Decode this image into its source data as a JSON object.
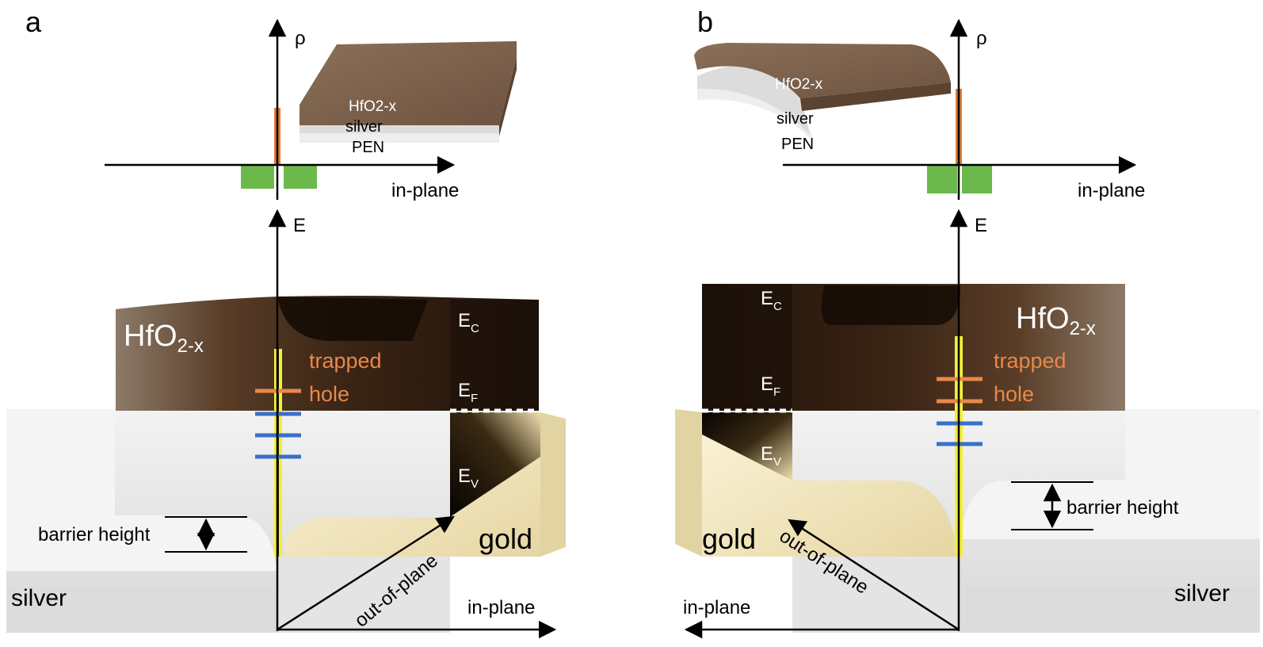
{
  "panels": {
    "a": {
      "letter": "a",
      "rho_axis": "ρ",
      "in_plane_top": "in-plane",
      "e_axis": "E",
      "stack": {
        "top": "HfO2-x",
        "mid": "silver",
        "bottom": "PEN"
      },
      "oxide": {
        "main": "HfO",
        "sub": "2-x"
      },
      "trapped_1": "trapped",
      "trapped_2": "hole",
      "ec": {
        "main": "E",
        "sub": "C"
      },
      "ef": {
        "main": "E",
        "sub": "F"
      },
      "ev": {
        "main": "E",
        "sub": "V"
      },
      "gold": "gold",
      "silver": "silver",
      "barrier": "barrier height",
      "out_of_plane": "out-of-plane",
      "in_plane_bottom": "in-plane"
    },
    "b": {
      "letter": "b",
      "rho_axis": "ρ",
      "in_plane_top": "in-plane",
      "e_axis": "E",
      "stack": {
        "top": "HfO2-x",
        "mid": "silver",
        "bottom": "PEN"
      },
      "oxide": {
        "main": "HfO",
        "sub": "2-x"
      },
      "trapped_1": "trapped",
      "trapped_2": "hole",
      "ec": {
        "main": "E",
        "sub": "C"
      },
      "ef": {
        "main": "E",
        "sub": "F"
      },
      "ev": {
        "main": "E",
        "sub": "V"
      },
      "gold": "gold",
      "silver": "silver",
      "barrier": "barrier height",
      "out_of_plane": "out-of-plane",
      "in_plane_bottom": "in-plane"
    }
  },
  "colors": {
    "oxide_dark": "#2a1a0e",
    "oxide_brown": "#7a6048",
    "silver": "#e8e8e8",
    "gold": "#f6ecc8",
    "trapped_hole": "#e8894a",
    "defect_level": "#3a6fc8",
    "filament": "#f4ee3a",
    "green_dos": "#6cb84a"
  }
}
